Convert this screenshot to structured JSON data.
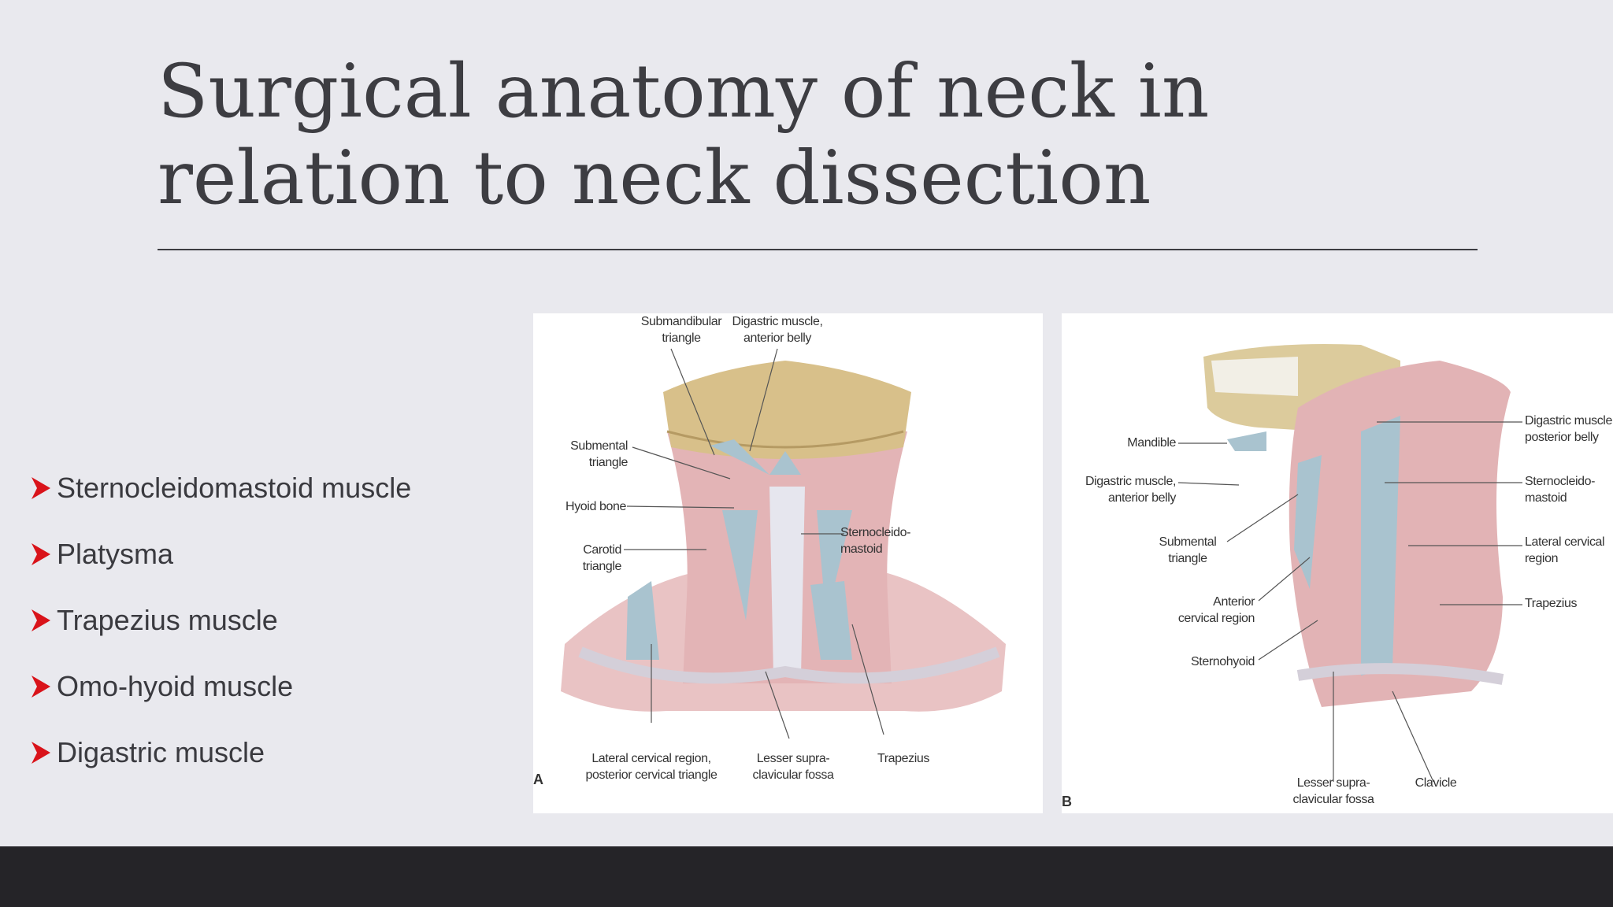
{
  "slide": {
    "title_line1": "Surgical anatomy of neck in",
    "title_line2": "relation to neck dissection"
  },
  "bullets": [
    "Sternocleidomastoid muscle",
    "Platysma",
    "Trapezius muscle",
    "Omo-hyoid muscle",
    "Digastric muscle"
  ],
  "colors": {
    "background": "#e9e9ee",
    "title": "#3d3d42",
    "bullet_arrow": "#d9131a",
    "bottom_bar": "#252428"
  },
  "figure_a": {
    "panel_letter": "A",
    "labels": {
      "submandibular": "Submandibular\ntriangle",
      "digastric_anterior": "Digastric muscle,\nanterior belly",
      "submental": "Submental\ntriangle",
      "hyoid": "Hyoid bone",
      "carotid": "Carotid\ntriangle",
      "scm": "Sternocleido-\nmastoid",
      "lateral_cervical": "Lateral cervical region,\nposterior cervical triangle",
      "lesser_supraclavicular": "Lesser supra-\nclavicular fossa",
      "trapezius": "Trapezius"
    }
  },
  "figure_b": {
    "panel_letter": "B",
    "labels": {
      "mandible": "Mandible",
      "digastric_anterior": "Digastric muscle,\nanterior belly",
      "submental": "Submental\ntriangle",
      "anterior_cervical": "Anterior\ncervical region",
      "sternohyoid": "Sternohyoid",
      "lesser_supraclavicular": "Lesser supra-\nclavicular fossa",
      "clavicle": "Clavicle",
      "digastric_posterior": "Digastric muscle\nposterior belly",
      "scm": "Sternocleido-\nmastoid",
      "lateral_cervical": "Lateral cervical\nregion",
      "trapezius": "Trapezius"
    }
  }
}
